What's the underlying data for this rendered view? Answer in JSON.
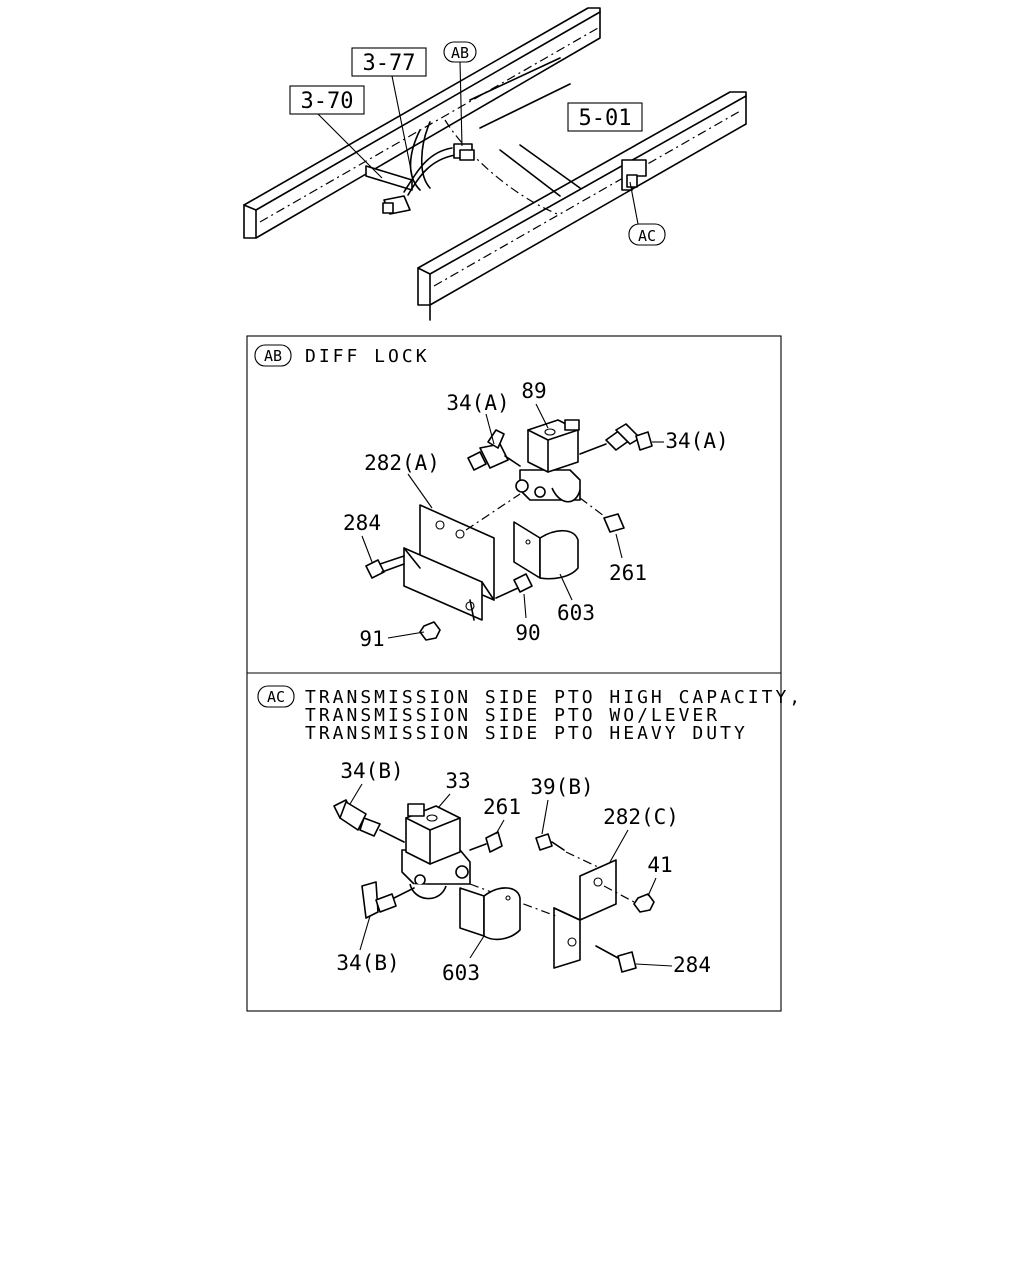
{
  "overview": {
    "refs": [
      "3-77",
      "3-70",
      "5-01"
    ],
    "callouts": [
      "AB",
      "AC"
    ]
  },
  "section_ab": {
    "tag": "AB",
    "title": "DIFF LOCK",
    "parts": {
      "p89": "89",
      "p34a_left": "34(A)",
      "p34a_right": "34(A)",
      "p282a": "282(A)",
      "p284": "284",
      "p261": "261",
      "p603": "603",
      "p90": "90",
      "p91": "91"
    }
  },
  "section_ac": {
    "tag": "AC",
    "title_lines": [
      "TRANSMISSION SIDE PTO HIGH CAPACITY,",
      "TRANSMISSION SIDE PTO WO/LEVER",
      "TRANSMISSION SIDE PTO HEAVY DUTY"
    ],
    "parts": {
      "p34b_top": "34(B)",
      "p33": "33",
      "p261": "261",
      "p39b": "39(B)",
      "p282c": "282(C)",
      "p41": "41",
      "p34b_bottom": "34(B)",
      "p603": "603",
      "p284": "284"
    }
  }
}
